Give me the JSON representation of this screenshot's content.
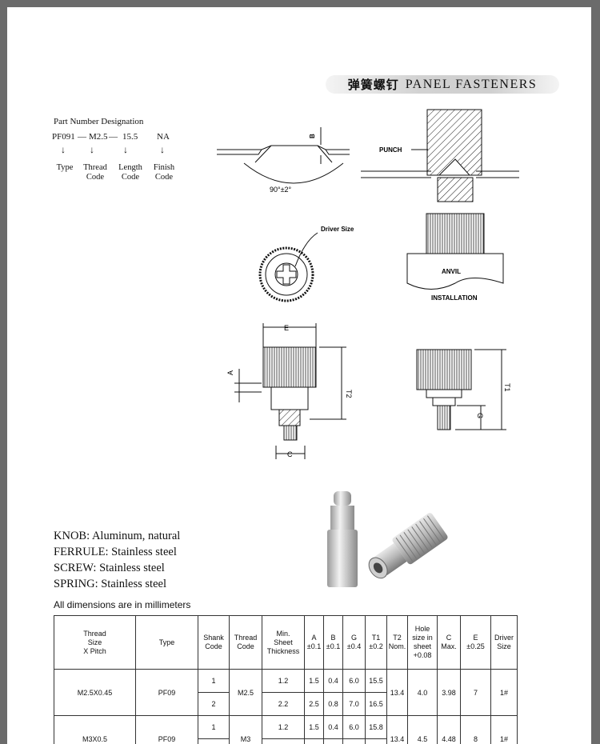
{
  "header": {
    "title_cn": "弹簧螺钉",
    "title_en": "PANEL FASTENERS"
  },
  "part_number": {
    "title": "Part Number Designation",
    "codes": [
      "PF091",
      "M2.5",
      "15.5",
      "NA"
    ],
    "separators": [
      "—",
      "—"
    ],
    "labels": [
      [
        "Type"
      ],
      [
        "Thread",
        "Code"
      ],
      [
        "Length",
        "Code"
      ],
      [
        "Finish",
        "Code"
      ]
    ]
  },
  "drawing_labels": {
    "b": "B",
    "angle": "90°±2°",
    "punch": "PUNCH",
    "driver_size": "Driver Size",
    "anvil": "ANVIL",
    "installation": "INSTALLATION",
    "e": "E",
    "a": "A",
    "t2": "T2",
    "c": "C",
    "t1": "T1",
    "g": "G"
  },
  "materials": [
    "KNOB: Aluminum, natural",
    "FERRULE: Stainless steel",
    "SCREW: Stainless steel",
    "SPRING: Stainless steel"
  ],
  "dims_note": "All dimensions are in millimeters",
  "table": {
    "headers": [
      [
        "Thread",
        "Size",
        "X Pitch"
      ],
      [
        "Type"
      ],
      [
        "Shank",
        "Code"
      ],
      [
        "Thread",
        "Code"
      ],
      [
        "Min.",
        "Sheet",
        "Thickness"
      ],
      [
        "A",
        "±0.1"
      ],
      [
        "B",
        "±0.1"
      ],
      [
        "G",
        "±0.4"
      ],
      [
        "T1",
        "±0.2"
      ],
      [
        "T2",
        "Nom."
      ],
      [
        "Hole",
        "size in",
        "sheet",
        "+0.08"
      ],
      [
        "C",
        "Max."
      ],
      [
        "E",
        "±0.25"
      ],
      [
        "Driver",
        "Size"
      ]
    ],
    "groups": [
      {
        "thread_size": "M2.5X0.45",
        "type": "PF09",
        "thread_code": "M2.5",
        "t2": "13.4",
        "hole": "4.0",
        "c": "3.98",
        "e": "7",
        "driver": "1#",
        "rows": [
          {
            "shank": "1",
            "min_sheet": "1.2",
            "a": "1.5",
            "b": "0.4",
            "g": "6.0",
            "t1": "15.5"
          },
          {
            "shank": "2",
            "min_sheet": "2.2",
            "a": "2.5",
            "b": "0.8",
            "g": "7.0",
            "t1": "16.5"
          }
        ]
      },
      {
        "thread_size": "M3X0.5",
        "type": "PF09",
        "thread_code": "M3",
        "t2": "13.4",
        "hole": "4.5",
        "c": "4.48",
        "e": "8",
        "driver": "1#",
        "rows": [
          {
            "shank": "1",
            "min_sheet": "1.2",
            "a": "1.5",
            "b": "0.4",
            "g": "6.0",
            "t1": "15.8"
          },
          {
            "shank": "",
            "min_sheet": "",
            "a": "",
            "b": "",
            "g": "",
            "t1": ""
          }
        ]
      }
    ]
  }
}
